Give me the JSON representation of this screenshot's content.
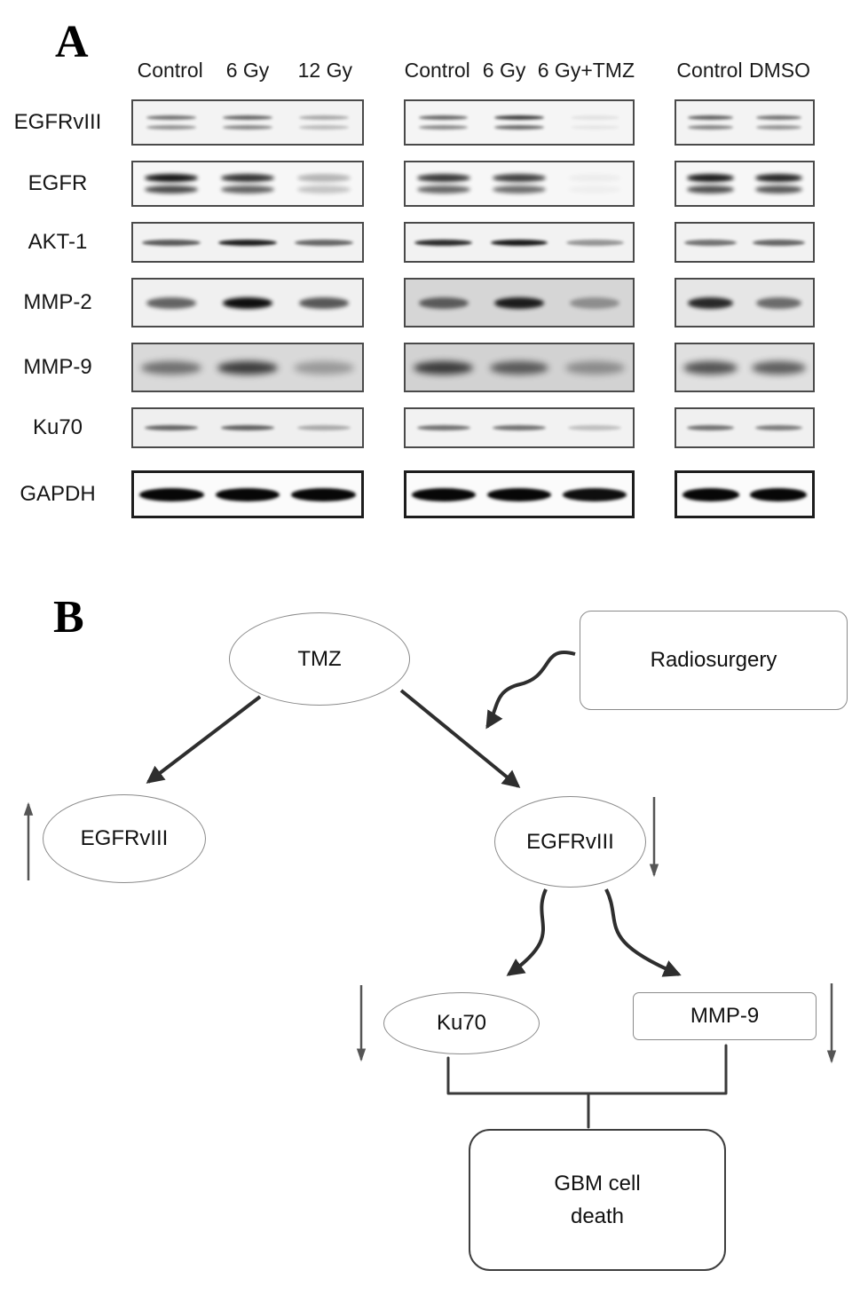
{
  "panelA": {
    "label": "A",
    "groups": [
      {
        "headers": [
          "Control",
          "6 Gy",
          "12 Gy"
        ]
      },
      {
        "headers": [
          "Control",
          "6 Gy",
          "6 Gy+TMZ"
        ]
      },
      {
        "headers": [
          "Control",
          "DMSO"
        ]
      }
    ],
    "rows": [
      {
        "label": "EGFRvIII",
        "double": true,
        "h": 52,
        "bh": 5,
        "bw": 65,
        "blur": 1.5,
        "gap": 6,
        "bg": [
          "#f3f3f3",
          "#f5f5f5",
          "#f3f3f3"
        ],
        "lanes": [
          [
            0.55,
            0.6,
            0.32
          ],
          [
            0.6,
            0.78,
            0.08
          ],
          [
            0.62,
            0.55
          ]
        ]
      },
      {
        "label": "EGFR",
        "double": true,
        "h": 52,
        "bh": 9,
        "bw": 70,
        "blur": 2.5,
        "gap": 4,
        "bg": [
          "#f7f7f7",
          "#f7f7f7",
          "#f7f7f7"
        ],
        "lanes": [
          [
            0.95,
            0.82,
            0.28
          ],
          [
            0.8,
            0.76,
            0.04
          ],
          [
            0.92,
            0.88
          ]
        ]
      },
      {
        "label": "AKT-1",
        "double": false,
        "h": 46,
        "bh": 7,
        "bw": 76,
        "blur": 1.5,
        "gap": 0,
        "bg": [
          "#f2f2f2",
          "#f2f2f2",
          "#f2f2f2"
        ],
        "lanes": [
          [
            0.65,
            0.9,
            0.6
          ],
          [
            0.85,
            0.92,
            0.4
          ],
          [
            0.55,
            0.6
          ]
        ]
      },
      {
        "label": "MMP-2",
        "double": false,
        "h": 56,
        "bh": 13,
        "bw": 66,
        "blur": 2.5,
        "gap": 0,
        "bg": [
          "#f0f0f0",
          "#d6d6d6",
          "#e6e6e6"
        ],
        "lanes": [
          [
            0.6,
            0.97,
            0.65
          ],
          [
            0.6,
            0.9,
            0.35
          ],
          [
            0.85,
            0.55
          ]
        ]
      },
      {
        "label": "MMP-9",
        "double": false,
        "h": 56,
        "bh": 15,
        "bw": 78,
        "blur": 4,
        "gap": 0,
        "bg": [
          "#d9d9d9",
          "#d2d2d2",
          "#e0e0e0"
        ],
        "lanes": [
          [
            0.5,
            0.75,
            0.3
          ],
          [
            0.75,
            0.6,
            0.35
          ],
          [
            0.65,
            0.6
          ]
        ]
      },
      {
        "label": "Ku70",
        "double": false,
        "h": 46,
        "bh": 6,
        "bw": 70,
        "blur": 1.5,
        "gap": 0,
        "bg": [
          "#efefef",
          "#f2f2f2",
          "#f0f0f0"
        ],
        "lanes": [
          [
            0.6,
            0.62,
            0.3
          ],
          [
            0.55,
            0.55,
            0.22
          ],
          [
            0.55,
            0.5
          ]
        ]
      },
      {
        "label": "GAPDH",
        "double": false,
        "h": 54,
        "bh": 15,
        "bw": 85,
        "blur": 1.5,
        "gap": 0,
        "heavy": true,
        "mt": 8,
        "bg": [
          "#fbfbfb",
          "#fbfbfb",
          "#fbfbfb"
        ],
        "lanes": [
          [
            1,
            1,
            1
          ],
          [
            1,
            1,
            0.97
          ],
          [
            1,
            1
          ]
        ]
      }
    ]
  },
  "panelB": {
    "label": "B",
    "nodes": {
      "tmz": "TMZ",
      "radiosurgery": "Radiosurgery",
      "egfrviii_up": "EGFRvIII",
      "egfrviii_down": "EGFRvIII",
      "ku70": "Ku70",
      "mmp9": "MMP-9",
      "gbm": "GBM cell death"
    },
    "indicators": {
      "egfrviii_up": "up",
      "egfrviii_down": "down",
      "ku70": "down",
      "mmp9": "down"
    },
    "edges": [
      {
        "from": "TMZ",
        "to": "EGFRvIII (up)"
      },
      {
        "from": "TMZ",
        "to": "EGFRvIII (down)"
      },
      {
        "from": "Radiosurgery",
        "to": "EGFRvIII (down)"
      },
      {
        "from": "EGFRvIII (down)",
        "to": "Ku70"
      },
      {
        "from": "EGFRvIII (down)",
        "to": "MMP-9"
      },
      {
        "from": "Ku70 + MMP-9",
        "to": "GBM cell death"
      }
    ],
    "colors": {
      "arrow": "#2e2e2e",
      "indicator": "#555555",
      "node_border": "#8a8a8a"
    }
  }
}
